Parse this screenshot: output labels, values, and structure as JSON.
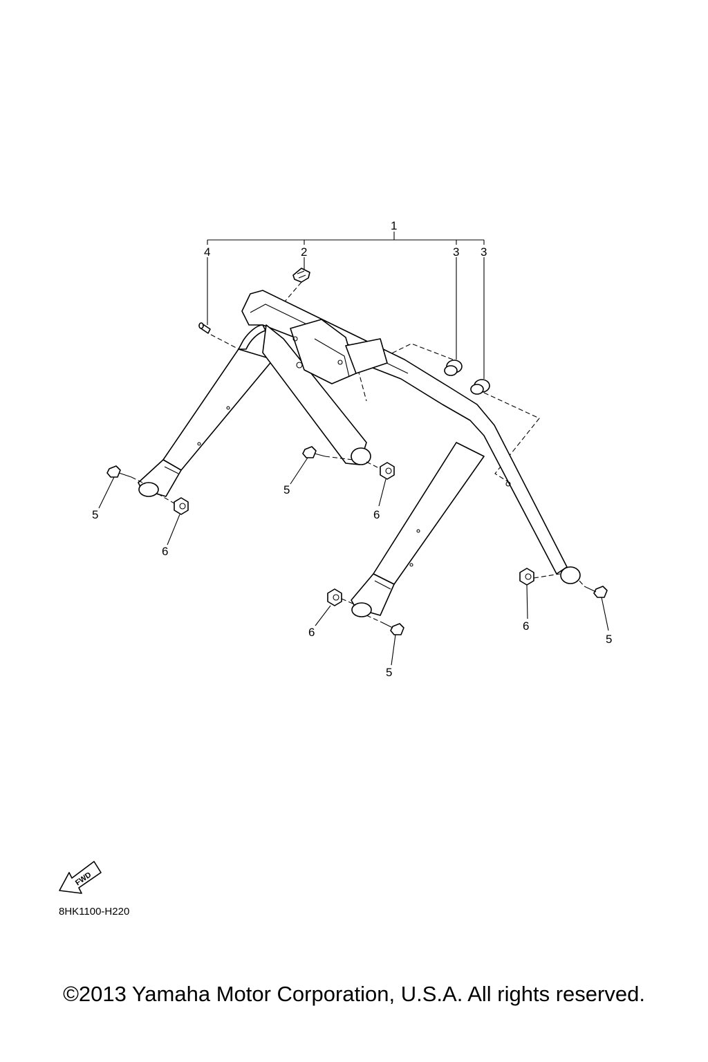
{
  "callouts": {
    "c1": "1",
    "c2": "2",
    "c3a": "3",
    "c3b": "3",
    "c4": "4",
    "c5a": "5",
    "c5b": "5",
    "c5c": "5",
    "c5d": "5",
    "c6a": "6",
    "c6b": "6",
    "c6c": "6",
    "c6d": "6"
  },
  "fwd_label": "FWD",
  "figure_code": "8HK1100-H220",
  "copyright": "©2013 Yamaha Motor Corporation, U.S.A. All rights reserved."
}
